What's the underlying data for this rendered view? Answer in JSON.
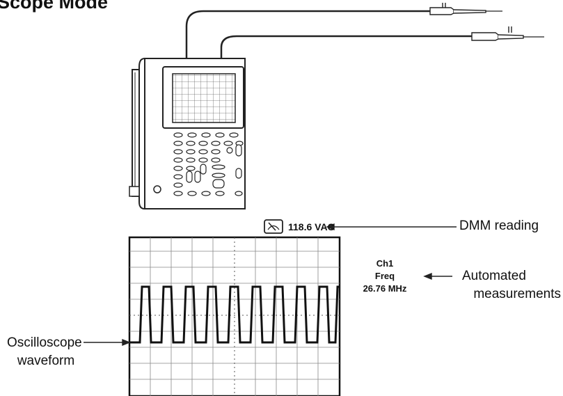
{
  "title": "Scope Mode",
  "dmm": {
    "reading": "118.6 VAC",
    "label": "DMM reading",
    "icon": "meter-icon"
  },
  "measurement": {
    "channel": "Ch1",
    "name": "Freq",
    "value": "26.76 MHz",
    "label_line1": "Automated",
    "label_line2": "measurements"
  },
  "waveform": {
    "label_line1": "Oscilloscope",
    "label_line2": "waveform"
  }
}
